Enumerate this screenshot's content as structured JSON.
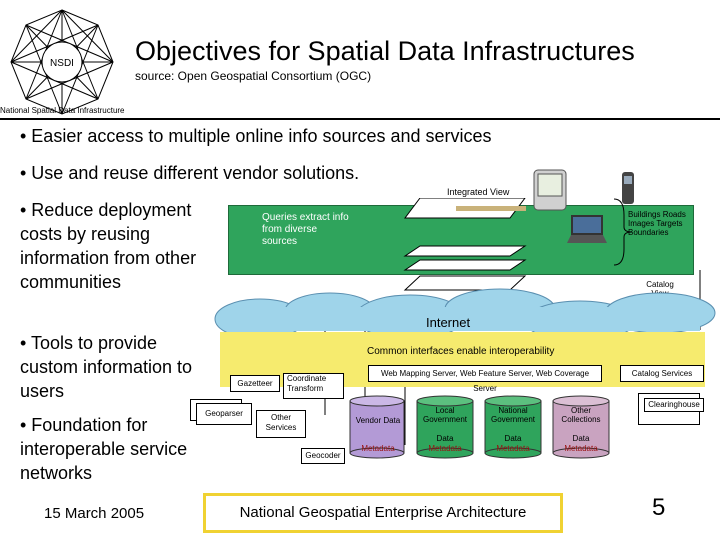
{
  "logo": {
    "text": "NSDI",
    "caption": "National Spatial Data Infrastructure"
  },
  "header": {
    "title": "Objectives for Spatial Data Infrastructures",
    "subtitle": "source: Open Geospatial Consortium (OGC)"
  },
  "bullets": {
    "b1": "• Easier access to multiple online info sources and services",
    "b2": "• Use and reuse different vendor solutions.",
    "b3": "• Reduce deployment costs by reusing information from other communities",
    "b4": "• Tools to provide custom information to users",
    "b5": "• Foundation for interoperable service networks"
  },
  "diagram": {
    "integrated_view": "Integrated View",
    "queries": "Queries extract info from diverse sources",
    "layers_text": "Buildings Roads Images Targets Boundaries",
    "catalog_view": "Catalog View",
    "internet": "Internet",
    "common_interfaces": "Common interfaces enable interoperability",
    "web_servers": "Web Mapping Server, Web Feature Server, Web Coverage Server",
    "catalog_services": "Catalog Services",
    "clearinghouse": "Clearinghouse",
    "gazetteer": "Gazetteer",
    "coord_transform": "Coordinate Transform",
    "geoparser": "Geoparser",
    "other_services": "Other Services",
    "geocoder": "Geocoder",
    "databases": [
      {
        "name": "Vendor Data",
        "meta": "Metadata",
        "color": "#b39ad6"
      },
      {
        "name": "Local Government",
        "sub": "Data",
        "meta": "Metadata",
        "color": "#2fa45c"
      },
      {
        "name": "National Government",
        "sub": "Data",
        "meta": "Metadata",
        "color": "#2fa45c"
      },
      {
        "name": "Other Collections",
        "sub": "Data",
        "meta": "Metadata",
        "color": "#c9a3c0"
      }
    ]
  },
  "footer": {
    "date": "15 March 2005",
    "architecture": "National Geospatial Enterprise Architecture",
    "page": "5"
  },
  "colors": {
    "green": "#2fa45c",
    "yellow": "#f6eb6e",
    "cloud": "#9fd4ea",
    "box_border": "#f0d232"
  }
}
